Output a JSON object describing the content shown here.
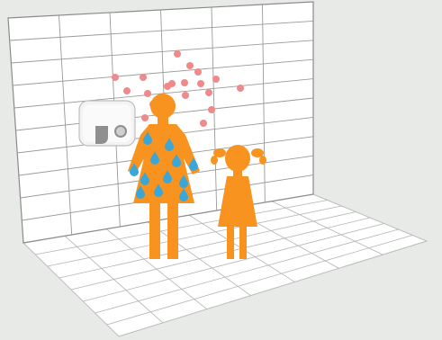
{
  "scene": {
    "icons": {
      "wall": "tiled-wall",
      "floor": "tiled-floor",
      "dryer": "hand-dryer-icon",
      "woman": "woman-silhouette-icon",
      "girl": "girl-silhouette-icon",
      "drops": "water-drop-icon",
      "particles": "airborne-particle-icon"
    },
    "colors": {
      "background": "#e7eae7",
      "wall": "#ffffff",
      "grid": "#9a9a9a",
      "floor": "#ffffff",
      "figure": "#f7931e",
      "water_drop": "#3aa7d8",
      "particle": "#f08a8a",
      "dryer_body": "#f2f2f2",
      "dryer_nozzle": "#8f8f8f"
    },
    "counts": {
      "airborne_particles": 20,
      "water_drops_on_dress": 12
    }
  }
}
